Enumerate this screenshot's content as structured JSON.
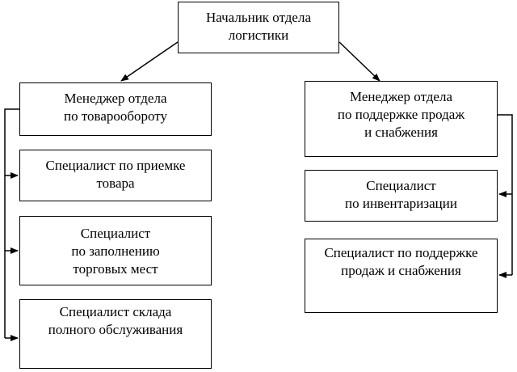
{
  "chart_data": {
    "type": "diagram",
    "root": {
      "lines": [
        "Начальник отдела",
        "логистики"
      ]
    },
    "branches": [
      {
        "manager": [
          "Менеджер отдела",
          "по товарообороту"
        ],
        "children": [
          [
            "Специалист по приемке",
            "товара"
          ],
          [
            "Специалист",
            "по заполнению",
            "торговых мест"
          ],
          [
            "Специалист склада",
            "полного обслуживания"
          ]
        ]
      },
      {
        "manager": [
          "Менеджер отдела",
          "по поддержке продаж",
          "и снабжения"
        ],
        "children": [
          [
            "Специалист",
            "по инвентаризации"
          ],
          [
            "Специалист по поддержке",
            "продаж и снабжения"
          ]
        ]
      }
    ]
  }
}
